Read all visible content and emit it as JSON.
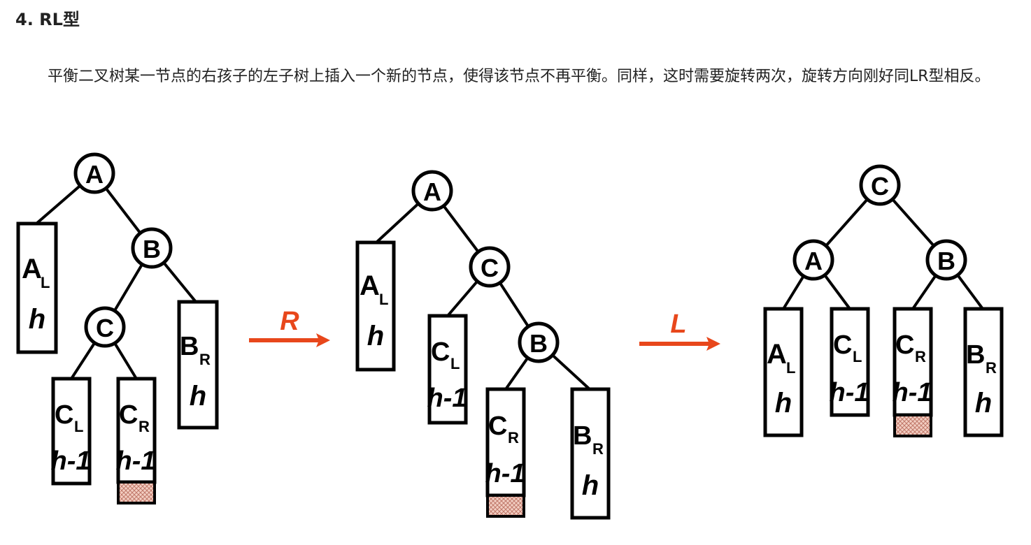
{
  "heading": "4. RL型",
  "paragraph": "平衡二叉树某一节点的右孩子的左子树上插入一个新的节点，使得该节点不再平衡。同样，这时需要旋转两次，旋转方向刚好同LR型相反。",
  "colors": {
    "arrow": "#e8471b",
    "insert_fill": "#e8b8a8"
  },
  "diagram": {
    "trees": [
      {
        "nodes": {
          "A": "A",
          "B": "B",
          "C": "C"
        },
        "boxes": {
          "AL": {
            "main": "A",
            "sub": "L",
            "h": "h"
          },
          "BR": {
            "main": "B",
            "sub": "R",
            "h": "h"
          },
          "CL": {
            "main": "C",
            "sub": "L",
            "h": "h-1"
          },
          "CR": {
            "main": "C",
            "sub": "R",
            "h": "h-1"
          }
        }
      },
      {
        "nodes": {
          "A": "A",
          "C": "C",
          "B": "B"
        },
        "boxes": {
          "AL": {
            "main": "A",
            "sub": "L",
            "h": "h"
          },
          "CL": {
            "main": "C",
            "sub": "L",
            "h": "h-1"
          },
          "CR": {
            "main": "C",
            "sub": "R",
            "h": "h-1"
          },
          "BR": {
            "main": "B",
            "sub": "R",
            "h": "h"
          }
        }
      },
      {
        "nodes": {
          "C": "C",
          "A": "A",
          "B": "B"
        },
        "boxes": {
          "AL": {
            "main": "A",
            "sub": "L",
            "h": "h"
          },
          "CL": {
            "main": "C",
            "sub": "L",
            "h": "h-1"
          },
          "CR": {
            "main": "C",
            "sub": "R",
            "h": "h-1"
          },
          "BR": {
            "main": "B",
            "sub": "R",
            "h": "h"
          }
        }
      }
    ],
    "arrows": [
      {
        "label": "R"
      },
      {
        "label": "L"
      }
    ]
  }
}
